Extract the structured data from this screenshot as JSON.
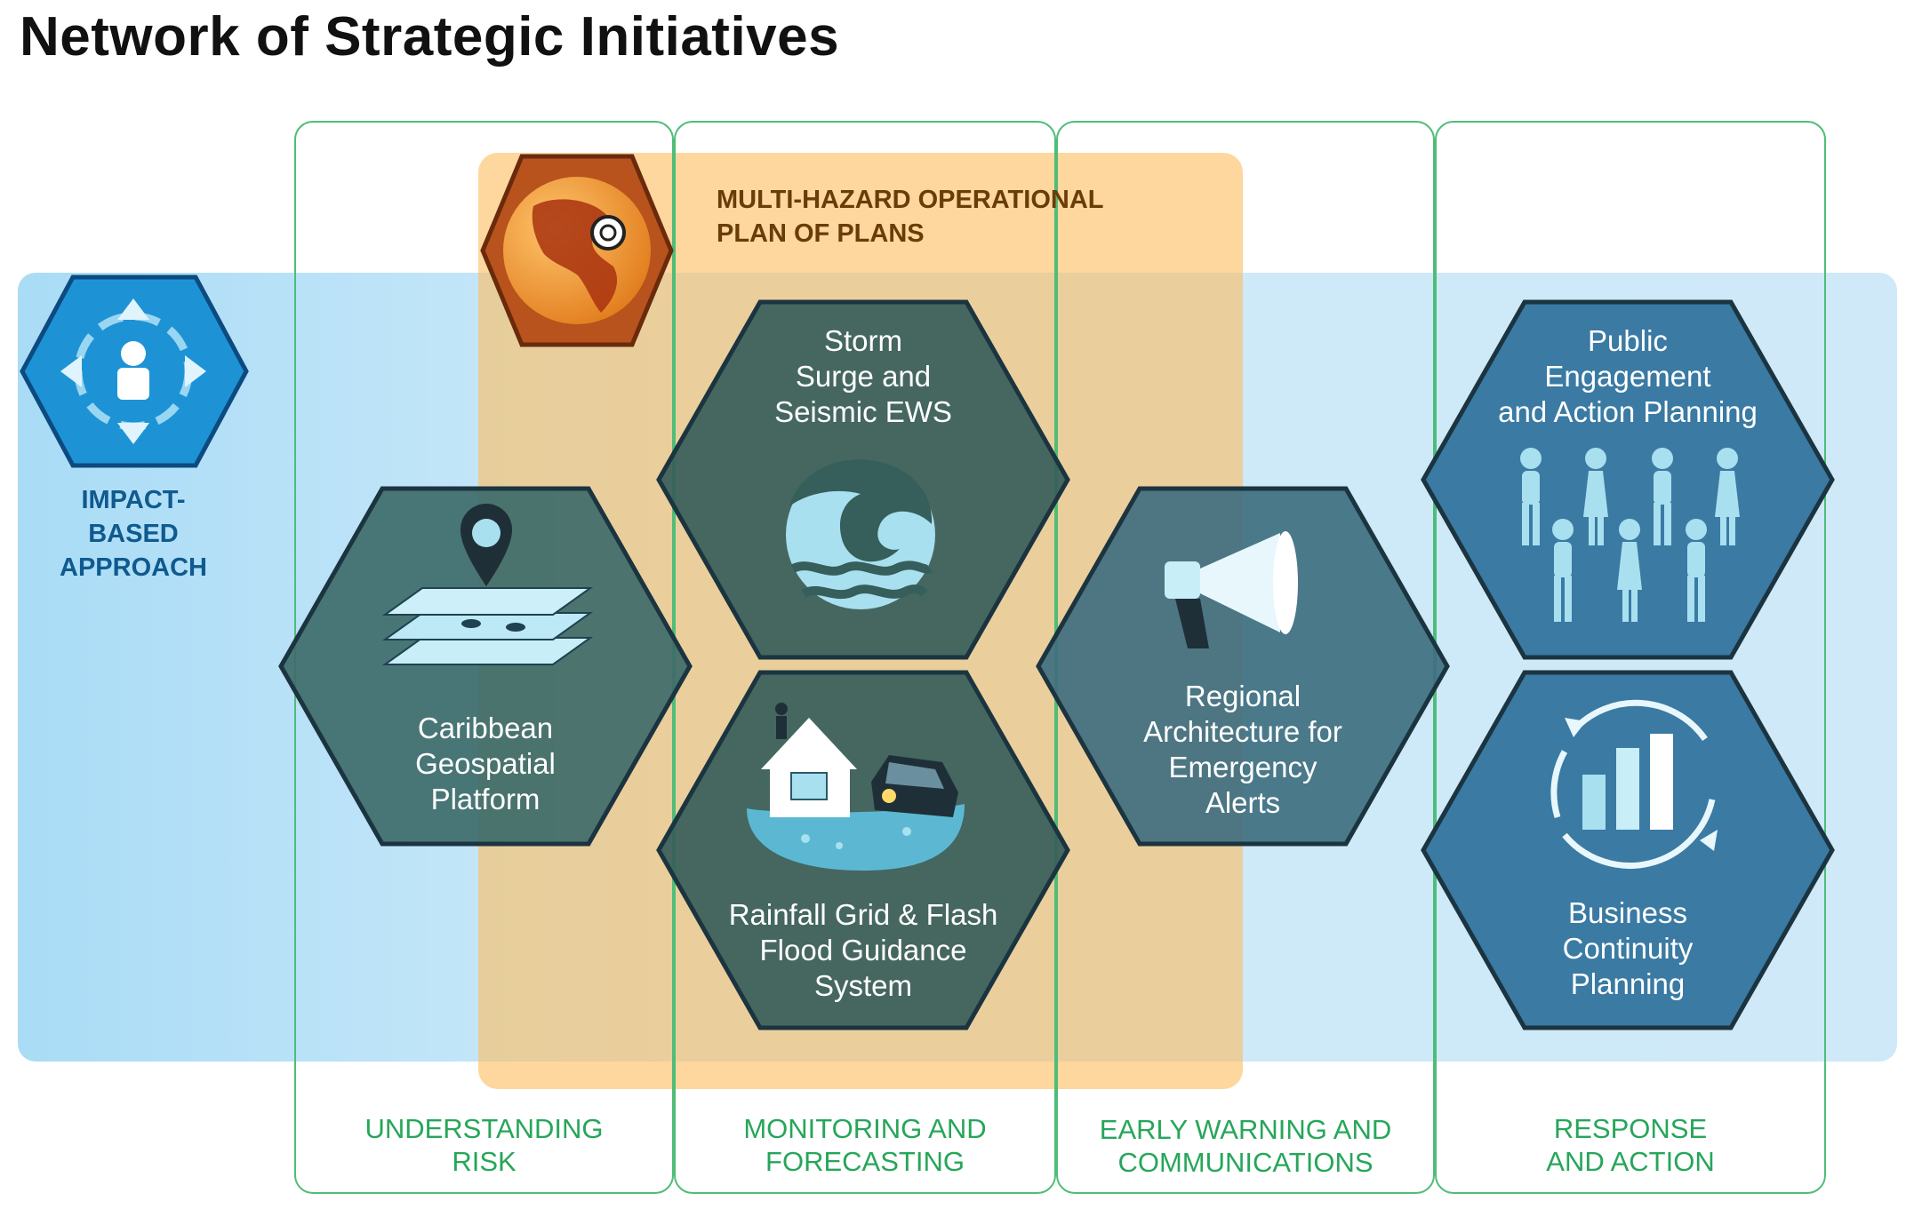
{
  "title": "Network of Strategic Initiatives",
  "colors": {
    "impact_band": "#cbe8f9",
    "multi_hazard_band": "#fcc36a",
    "column_border": "#3cb46a",
    "hex_dark": "#365e5b",
    "hex_blue": "#3a7aa3",
    "icon_light": "#a8e0f0",
    "impact_label": "#0f5a8f",
    "mh_label": "#6a3c08",
    "column_label": "#26a65a"
  },
  "impact": {
    "label": "IMPACT-\nBASED\nAPPROACH",
    "icon": "user-arrows-icon"
  },
  "multi_hazard": {
    "label": "MULTI-HAZARD OPERATIONAL\nPLAN OF PLANS",
    "icon": "globe-icon"
  },
  "initiatives": [
    {
      "label": "Caribbean\nGeospatial\nPlatform",
      "icon": "map-layers-icon"
    },
    {
      "label": "Storm\nSurge and\nSeismic EWS",
      "icon": "wave-icon"
    },
    {
      "label": "Rainfall Grid & Flash\nFlood Guidance\nSystem",
      "icon": "flood-house-icon"
    },
    {
      "label": "Regional\nArchitecture for\nEmergency\nAlerts",
      "icon": "megaphone-icon"
    },
    {
      "label": "Public\nEngagement\nand Action Planning",
      "icon": "people-icon"
    },
    {
      "label": "Business\nContinuity\nPlanning",
      "icon": "bar-chart-cycle-icon"
    }
  ],
  "columns": [
    {
      "label": "UNDERSTANDING\nRISK"
    },
    {
      "label": "MONITORING AND\nFORECASTING"
    },
    {
      "label": "EARLY WARNING AND\nCOMMUNICATIONS"
    },
    {
      "label": "RESPONSE\nAND ACTION"
    }
  ]
}
